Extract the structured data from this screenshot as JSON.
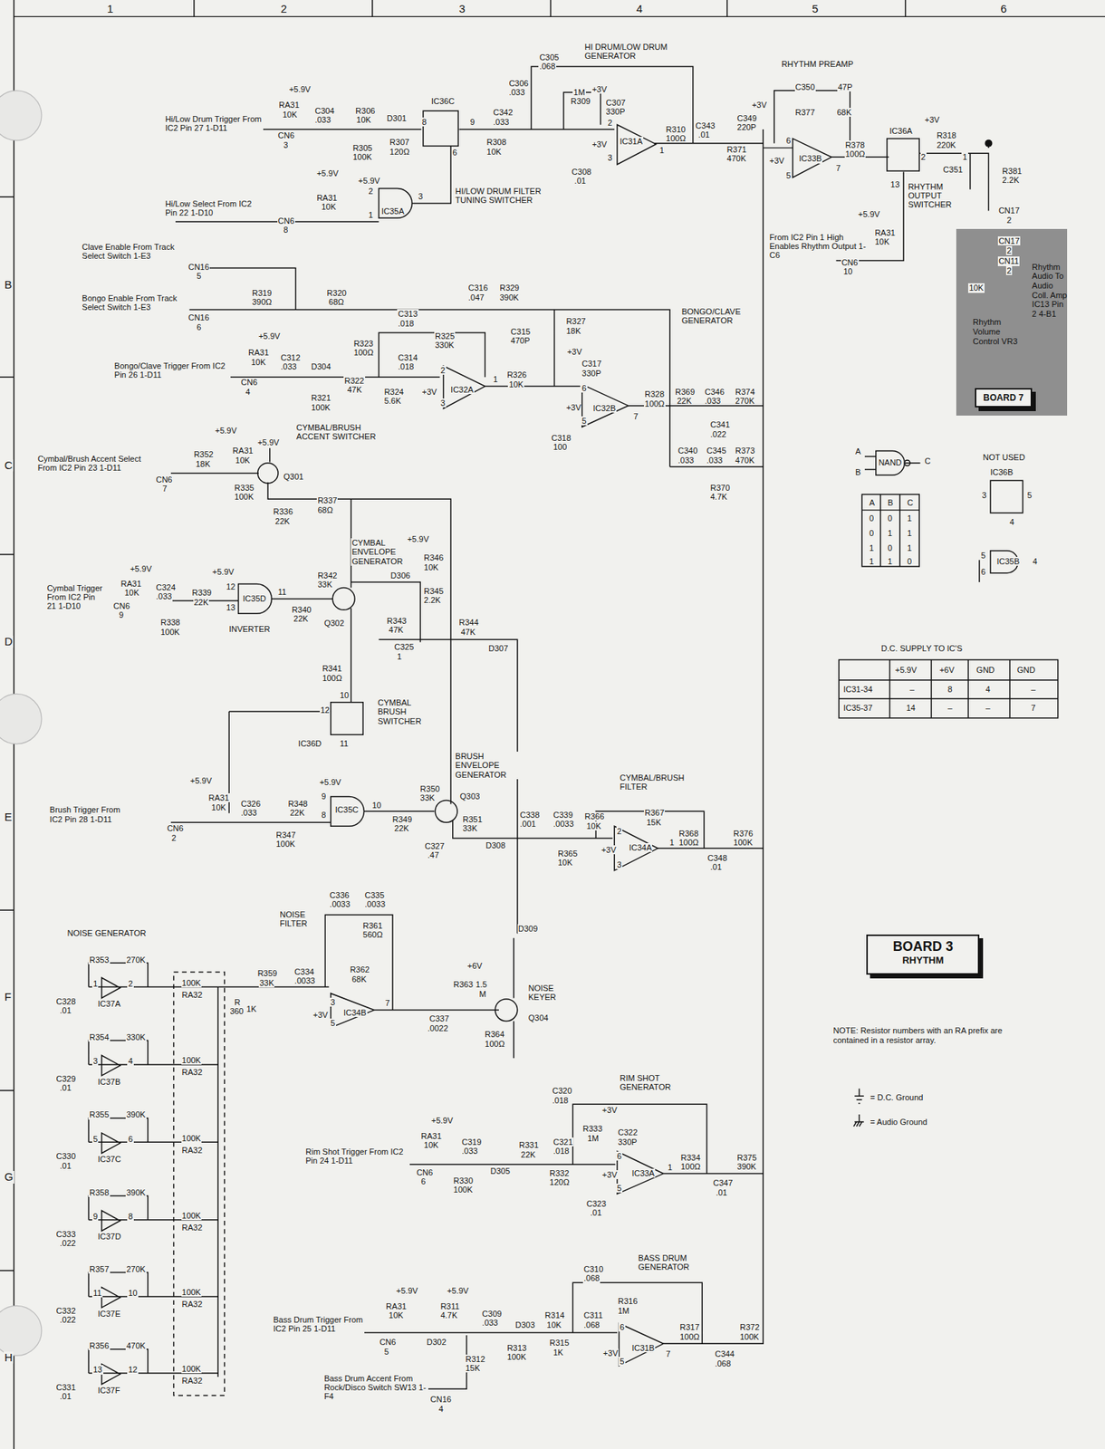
{
  "diagram": {
    "nodes": [
      {
        "text": [
          "Rhythm Audio To Audio Coll. Amp IC13 Pin 2 4-B1",
          "Rhythm Volume Control VR3"
        ]
      },
      {
        "text": [
          "BOARD 7"
        ],
        "in": 0
      },
      {
        "text": [
          "BOARD 3",
          "RHYTHM"
        ]
      }
    ],
    "labels": [
      "1",
      "2",
      "3",
      "4",
      "5",
      "6",
      "B",
      "C",
      "D",
      "E",
      "F",
      "G",
      "H",
      "HI DRUM/LOW DRUM GENERATOR",
      "RHYTHM PREAMP",
      "Hi/Low Drum Trigger From IC2 Pin 27 1-D11",
      "+5.9V",
      "RA31",
      "10K",
      "C304",
      ".033",
      "R306",
      "10K",
      "R305",
      "100K",
      "CN6",
      "3",
      "D301",
      "R307",
      "120Ω",
      "IC36C",
      "8",
      "9",
      "6",
      "C305",
      ".068",
      "C306",
      ".033",
      "1M",
      "R309",
      "+3V",
      "C307",
      "330P",
      "C342",
      ".033",
      "R308",
      "10K",
      "2",
      "IC31A",
      "3",
      "1",
      "+3V",
      "C308",
      ".01",
      "R310",
      "100Ω",
      "C343",
      ".01",
      "R371",
      "470K",
      "+3V",
      "C349",
      "220P",
      "C350",
      "47P",
      "R377",
      "68K",
      "6",
      "IC33B",
      "+3V",
      "5",
      "7",
      "R378",
      "100Ω",
      "IC36A",
      "2",
      "1",
      "13",
      "+3V",
      "R318",
      "220K",
      "C351",
      "R381",
      "2.2K",
      "RHYTHM OUTPUT SWITCHER",
      "CN17",
      "2",
      "+5.9V",
      "RA31",
      "10K",
      "From IC2 Pin 1 High Enables Rhythm Output 1-C6",
      "CN6",
      "10",
      "Hi/Low Select From IC2 Pin 22 1-D10",
      "CN6",
      "8",
      "+5.9V",
      "RA31",
      "10K",
      "+5.9V",
      "IC35A",
      "2",
      "1",
      "3",
      "HI/LOW DRUM FILTER TUNING SWITCHER",
      "CN17",
      "2",
      "CN11",
      "2",
      "10K",
      "Clave Enable From Track Select Switch 1-E3",
      "CN16",
      "5",
      "Bongo Enable From Track Select Switch 1-E3",
      "CN16",
      "6",
      "R319",
      "390Ω",
      "R320",
      "68Ω",
      "C316",
      ".047",
      "R329",
      "390K",
      "R327",
      "18K",
      "BONGO/CLAVE GENERATOR",
      "C313",
      ".018",
      "R325",
      "330K",
      "C315",
      "470P",
      "R323",
      "100Ω",
      "C314",
      ".018",
      "+5.9V",
      "RA31",
      "10K",
      "C312",
      ".033",
      "D304",
      "Bongo/Clave Trigger From IC2 Pin 26 1-D11",
      "CN6",
      "4",
      "R322",
      "47K",
      "R324",
      "5.6K",
      "R321",
      "100K",
      "2",
      "IC32A",
      "+3V",
      "3",
      "1",
      "R326",
      "10K",
      "+3V",
      "C317",
      "330P",
      "6",
      "IC32B",
      "+3V",
      "5",
      "7",
      "C318",
      "100",
      "R328",
      "100Ω",
      "R369",
      "22K",
      "C346",
      ".033",
      "R374",
      "270K",
      "C341",
      ".022",
      "C340",
      ".033",
      "C345",
      ".033",
      "R373",
      "470K",
      "R370",
      "4.7K",
      "CYMBAL/BRUSH ACCENT SWITCHER",
      "Cymbal/Brush Accent Select From IC2 Pin 23 1-D11",
      "CN6",
      "7",
      "+5.9V",
      "+5.9V",
      "R352",
      "18K",
      "RA31",
      "10K",
      "R335",
      "100K",
      "Q301",
      "R336",
      "22K",
      "R337",
      "68Ω",
      "CYMBAL ENVELOPE GENERATOR",
      "+5.9V",
      "R346",
      "10K",
      "R342",
      "33K",
      "D306",
      "R345",
      "2.2K",
      "Cymbal Trigger From IC2 Pin 21 1-D10",
      "+5.9V",
      "RA31",
      "10K",
      "C324",
      ".033",
      "+5.9V",
      "R339",
      "22K",
      "12",
      "13",
      "IC35D",
      "11",
      "R340",
      "22K",
      "INVERTER",
      "Q302",
      "CN6",
      "9",
      "R338",
      "100K",
      "R343",
      "47K",
      "R344",
      "47K",
      "C325",
      "1",
      "D307",
      "R341",
      "100Ω",
      "10",
      "12",
      "IC36D",
      "11",
      "CYMBAL BRUSH SWITCHER",
      "BRUSH ENVELOPE GENERATOR",
      "+5.9V",
      "9",
      "8",
      "IC35C",
      "10",
      "R350",
      "33K",
      "Q303",
      "+5.9V",
      "RA31",
      "10K",
      "C326",
      ".033",
      "R348",
      "22K",
      "R349",
      "22K",
      "Brush Trigger From IC2 Pin 28 1-D11",
      "CN6",
      "2",
      "R347",
      "100K",
      "R351",
      "33K",
      "C327",
      ".47",
      "D308",
      "CYMBAL/BRUSH FILTER",
      "R367",
      "15K",
      "C338",
      ".001",
      "C339",
      ".0033",
      "R366",
      "10K",
      "R365",
      "10K",
      "2",
      "IC34A",
      "+3V",
      "3",
      "1",
      "R368",
      "100Ω",
      "R376",
      "100K",
      "C348",
      ".01",
      "NOISE GENERATOR",
      "NOISE FILTER",
      "C336",
      ".0033",
      "C335",
      ".0033",
      "R361",
      "560Ω",
      "R362",
      "68K",
      "R359",
      "33K",
      "C334",
      ".0033",
      "+3V",
      "3",
      "5",
      "IC34B",
      "7",
      "C337",
      ".0022",
      "D309",
      "+6V",
      "R363",
      "1.5",
      "M",
      "NOISE KEYER",
      "Q304",
      "R364",
      "100Ω",
      "R",
      "360",
      "1K",
      "100K",
      "RA32",
      "100K",
      "RA32",
      "100K",
      "RA32",
      "100K",
      "RA32",
      "100K",
      "RA32",
      "100K",
      "RA32",
      "R353",
      "270K",
      "1",
      "2",
      "IC37A",
      "C328",
      ".01",
      "R354",
      "330K",
      "3",
      "4",
      "IC37B",
      "C329",
      ".01",
      "R355",
      "390K",
      "5",
      "6",
      "IC37C",
      "C330",
      ".01",
      "R358",
      "390K",
      "9",
      "8",
      "IC37D",
      "C333",
      ".022",
      "R357",
      "270K",
      "11",
      "10",
      "IC37E",
      "C332",
      ".022",
      "R356",
      "470K",
      "13",
      "12",
      "IC37F",
      "C331",
      ".01",
      "RIM SHOT GENERATOR",
      "C320",
      ".018",
      "+3V",
      "R333",
      "1M",
      "C322",
      "330P",
      "+5.9V",
      "RA31",
      "10K",
      "C319",
      ".033",
      "C321",
      ".018",
      "R331",
      "22K",
      "Rim Shot Trigger From IC2 Pin 24 1-D11",
      "CN6",
      "6",
      "D305",
      "R332",
      "120Ω",
      "R330",
      "100K",
      "6",
      "IC33A",
      "+3V",
      "5",
      "1",
      "C323",
      ".01",
      "R334",
      "100Ω",
      "R375",
      "390K",
      "C347",
      ".01",
      "BASS DRUM GENERATOR",
      "C310",
      ".068",
      "R316",
      "1M",
      "+5.9V",
      "+5.9V",
      "RA31",
      "10K",
      "R311",
      "4.7K",
      "C309",
      ".033",
      "R314",
      "10K",
      "C311",
      ".068",
      "Bass Drum Trigger From IC2 Pin 25 1-D11",
      "CN6",
      "5",
      "D302",
      "D303",
      "R313",
      "100K",
      "R315",
      "1K",
      "R312",
      "15K",
      "6",
      "IC31B",
      "+3V",
      "5",
      "7",
      "R317",
      "100Ω",
      "R372",
      "100K",
      "C344",
      ".068",
      "Bass Drum Accent From Rock/Disco Switch SW13 1-F4",
      "CN16",
      "4",
      "A",
      "B",
      "NAND",
      "C",
      "A",
      "B",
      "C",
      "0",
      "0",
      "1",
      "0",
      "1",
      "1",
      "1",
      "0",
      "1",
      "1",
      "1",
      "0",
      "NOT USED",
      "IC36B",
      "3",
      "5",
      "4",
      "5",
      "6",
      "IC35B",
      "4",
      "D.C. SUPPLY TO IC'S",
      "+5.9V",
      "+6V",
      "GND",
      "GND",
      "IC31-34",
      "–",
      "8",
      "4",
      "–",
      "IC35-37",
      "14",
      "–",
      "–",
      "7",
      "NOTE: Resistor numbers with an RA prefix are contained in a resistor array.",
      "= D.C. Ground",
      "= Audio Ground"
    ]
  }
}
